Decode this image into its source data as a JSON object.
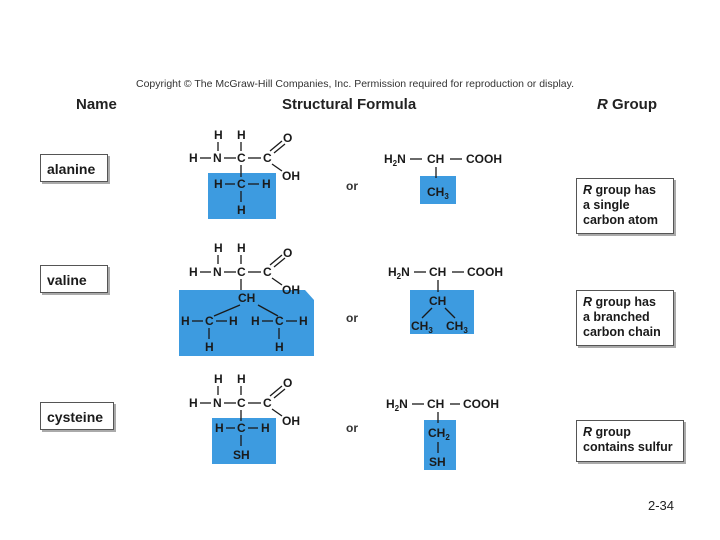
{
  "copyright": "Copyright © The McGraw-Hill Companies, Inc. Permission required for reproduction or display.",
  "headers": {
    "name": "Name",
    "formula": "Structural Formula",
    "rgroup_prefix": "R",
    "rgroup_rest": " Group"
  },
  "or_label": "or",
  "page_number": "2-34",
  "amino_acids": [
    {
      "name": "alanine",
      "r_prefix": "R",
      "r_desc": " group has\na single\ncarbon atom"
    },
    {
      "name": "valine",
      "r_prefix": "R",
      "r_desc": " group has\na branched\ncarbon chain"
    },
    {
      "name": "cysteine",
      "r_prefix": "R",
      "r_desc": " group\ncontains sulfur"
    }
  ],
  "atoms": {
    "h": "H",
    "n": "N",
    "c": "C",
    "o": "O",
    "oh": "OH",
    "ch": "CH",
    "sh": "SH",
    "h2n": "H",
    "h2n_sub": "2",
    "h2n_n": "N",
    "cooh": "COOH",
    "ch3": "CH",
    "ch3_sub": "3",
    "ch2": "CH",
    "ch2_sub": "2"
  },
  "colors": {
    "highlight": "#3d9be0"
  }
}
